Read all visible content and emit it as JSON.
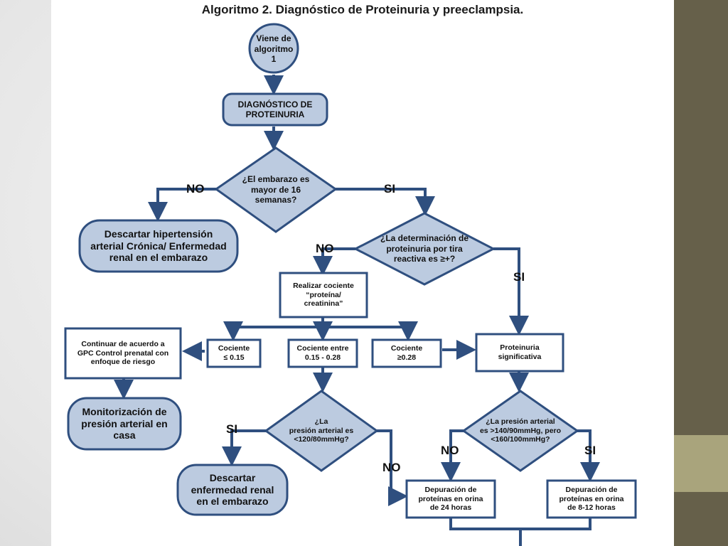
{
  "title": "Algoritmo 2.  Diagnóstico de Proteinuria y preeclampsia.",
  "colors": {
    "node_fill": "#bccbe0",
    "node_stroke": "#2f4f7f",
    "arrow": "#2f4f7f",
    "side_bar": "#66604a",
    "side_bar_accent": "#a9a47c"
  },
  "nodes": {
    "start": "Viene de\nalgoritmo\n1",
    "diag_proteinuria": "DIAGNÓSTICO DE\nPROTEINURIA",
    "q_embarazo": "¿El embarazo es\nmayor de 16\nsemanas?",
    "descartar_hipertension": "Descartar hipertensión\narterial Crónica/  Enfermedad\nrenal en el embarazo",
    "q_tira": "¿La determinación de\nproteinuria por tira\nreactiva es ≥+?",
    "realizar_cociente": "Realizar cociente\n“proteína/\ncreatinina”",
    "continuar_gpc": "Continuar de acuerdo a\nGPC Control prenatal con\nenfoque de riesgo",
    "cociente_bajo": "Cociente\n≤ 0.15",
    "cociente_entre": "Cociente entre\n0.15 - 0.28",
    "cociente_alto": "Cociente\n≥0.28",
    "proteinuria_significativa": "Proteinuria\nsignificativa",
    "monitorizacion": "Monitorización de\npresión arterial  en\ncasa",
    "q_presion_baja": "¿La\npresión arterial es\n<120/80mmHg?",
    "q_presion_rango": "¿La presión arterial\nes >140/90mmHg, pero\n<160/100mmHg?",
    "descartar_renal": "Descartar\nenfermedad renal\nen el embarazo",
    "depuracion_24": "Depuración de\nproteínas en orina\nde 24 horas",
    "depuracion_8_12": "Depuración de\nproteínas en orina\nde 8-12 horas"
  },
  "labels": {
    "no_embarazo": "NO",
    "si_embarazo": "SI",
    "no_tira": "NO",
    "si_tira": "SI",
    "si_presion_baja": "SI",
    "no_presion_baja": "NO",
    "no_presion_rango": "NO",
    "si_presion_rango": "SI"
  }
}
